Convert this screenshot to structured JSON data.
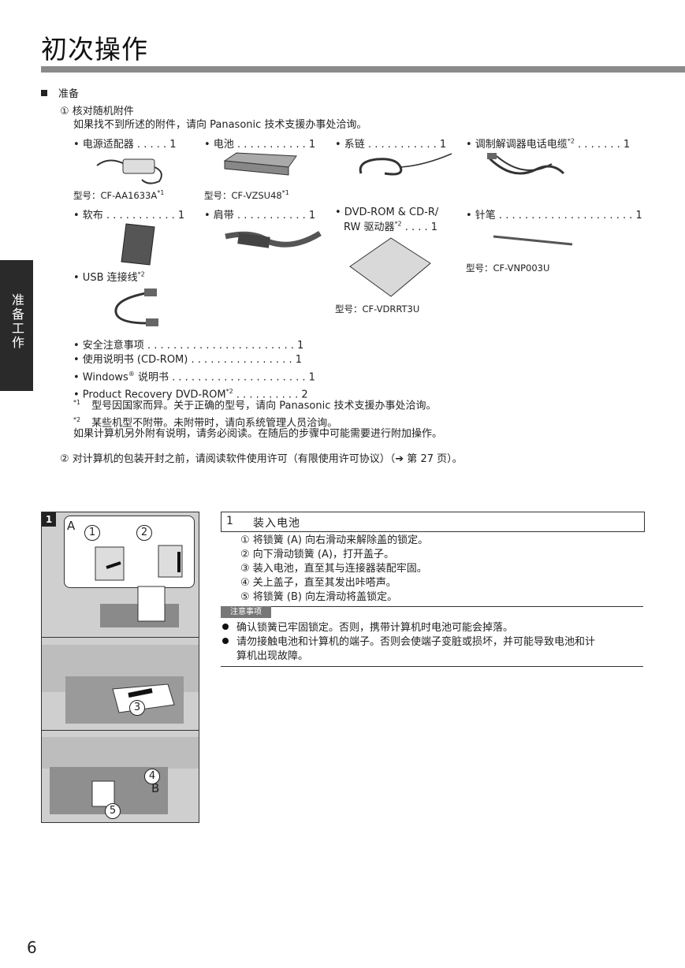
{
  "page": {
    "title": "初次操作",
    "side_tab": "准备工作",
    "page_number": "6"
  },
  "prepare": {
    "heading": "准备",
    "sub1_title": "① 核对随机附件",
    "sub1_desc": "如果找不到所述的附件，请向 Panasonic 技术支援办事处洽询。",
    "items_row1": [
      {
        "label": "• 电源适配器 . . . . . 1",
        "model": "型号：CF-AA1633A",
        "model_sup": "*1"
      },
      {
        "label": "• 电池 . . . . . . . . . . . 1",
        "model": "型号：CF-VZSU48",
        "model_sup": "*1"
      },
      {
        "label": "• 系链 . . . . . . . . . . . 1"
      },
      {
        "label": "• 调制解调器电话电缆",
        "label_sup": "*2",
        "label_tail": " . . . . . . . 1"
      }
    ],
    "items_row2": [
      {
        "label": "• 软布 . . . . . . . . . . . 1"
      },
      {
        "label": "• 肩带 . . . . . . . . . . . 1"
      },
      {
        "label": "• DVD-ROM & CD-R/",
        "label2": "RW 驱动器",
        "label2_sup": "*2",
        "label2_tail": " . . . . 1",
        "model": "型号：CF-VDRRT3U"
      },
      {
        "label": "• 针笔 . . . . . . . . . . . . . . . . . . . . .  1",
        "model": "型号：CF-VNP003U"
      }
    ],
    "usb": {
      "label": "• USB 连接线",
      "sup": "*2"
    },
    "docs": [
      {
        "text": "• 安全注意事项 . . . . . . . . . . . . . . . . . . . . . . .  1"
      },
      {
        "text": "• 使用说明书 (CD-ROM)  . . . . . . . . . . . . . . . .  1"
      },
      {
        "pre": "• Windows",
        "sup": "®",
        "post": " 说明书 . . . . . . . . . . . . . . . . . . . . .  1"
      },
      {
        "pre": "• Product Recovery DVD-ROM",
        "sup": "*2",
        "post": " . . . . . . . . . .  2"
      }
    ],
    "footnotes": [
      {
        "mark": "*1",
        "text": "型号因国家而异。关于正确的型号，请向 Panasonic 技术支援办事处洽询。"
      },
      {
        "mark": "*2",
        "text": "某些机型不附带。未附带时，请向系统管理人员洽询。"
      }
    ],
    "note_extra": "如果计算机另外附有说明，请务必阅读。在随后的步骤中可能需要进行附加操作。",
    "sub2": "② 对计算机的包装开封之前，请阅读软件使用许可（有限使用许可协议）（➔ 第 27 页）。"
  },
  "figure": {
    "step_no": "1",
    "label_a": "A",
    "label_b": "B",
    "c1": "1",
    "c2": "2",
    "c3": "3",
    "c4": "4",
    "c5": "5"
  },
  "step1": {
    "number": "1",
    "title": "装入电池",
    "substeps": [
      "① 将锁簧 (A) 向右滑动来解除盖的锁定。",
      "② 向下滑动锁簧 (A)，打开盖子。",
      "③ 装入电池，直至其与连接器装配牢固。",
      "④ 关上盖子，直至其发出咔嗒声。",
      "⑤ 将锁簧 (B) 向左滑动将盖锁定。"
    ],
    "notice_label": "注意事项",
    "notices": [
      "确认锁簧已牢固锁定。否则，携带计算机时电池可能会掉落。",
      "请勿接触电池和计算机的端子。否则会使端子变脏或损坏，并可能导致电池和计",
      "算机出现故障。"
    ]
  }
}
